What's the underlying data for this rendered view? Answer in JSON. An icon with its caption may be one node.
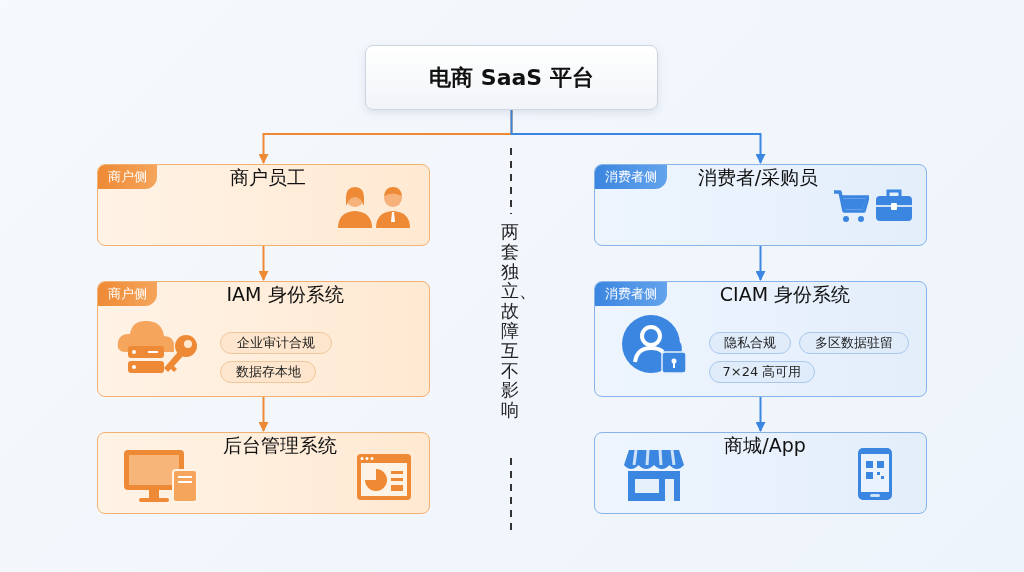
{
  "diagram": {
    "nodes": [
      {
        "text": [
          "电商 SaaS 平台"
        ]
      },
      {
        "text": [
          "商户侧",
          "商户员工"
        ]
      },
      {
        "text": [
          "商户侧",
          "IAM 身份系统"
        ]
      },
      {
        "text": [
          "企业审计合规"
        ],
        "in": 2
      },
      {
        "text": [
          "数据存本地"
        ],
        "in": 2
      },
      {
        "text": [
          "后台管理系统"
        ]
      },
      {
        "text": [
          "消费者侧",
          "消费者/采购员"
        ]
      },
      {
        "text": [
          "消费者侧",
          "CIAM 身份系统"
        ]
      },
      {
        "text": [
          "隐私合规"
        ],
        "in": 7
      },
      {
        "text": [
          "多区数据驻留"
        ],
        "in": 7
      },
      {
        "text": [
          "7×24 高可用"
        ],
        "in": 7
      },
      {
        "text": [
          "商城/App"
        ]
      }
    ],
    "edges": [
      {
        "from": 0,
        "to": 1,
        "arrow": "to",
        "color": "#ee8a35"
      },
      {
        "from": 1,
        "to": 2,
        "arrow": "to",
        "color": "#ee8a35"
      },
      {
        "from": 2,
        "to": 5,
        "arrow": "to",
        "color": "#ee8a35"
      },
      {
        "from": 0,
        "to": 6,
        "arrow": "to",
        "color": "#3b86e0"
      },
      {
        "from": 6,
        "to": 7,
        "arrow": "to",
        "color": "#3b86e0"
      },
      {
        "from": 7,
        "to": 11,
        "arrow": "to",
        "color": "#3b86e0"
      }
    ],
    "labels": [
      "两套独立、故障互不影响"
    ]
  }
}
